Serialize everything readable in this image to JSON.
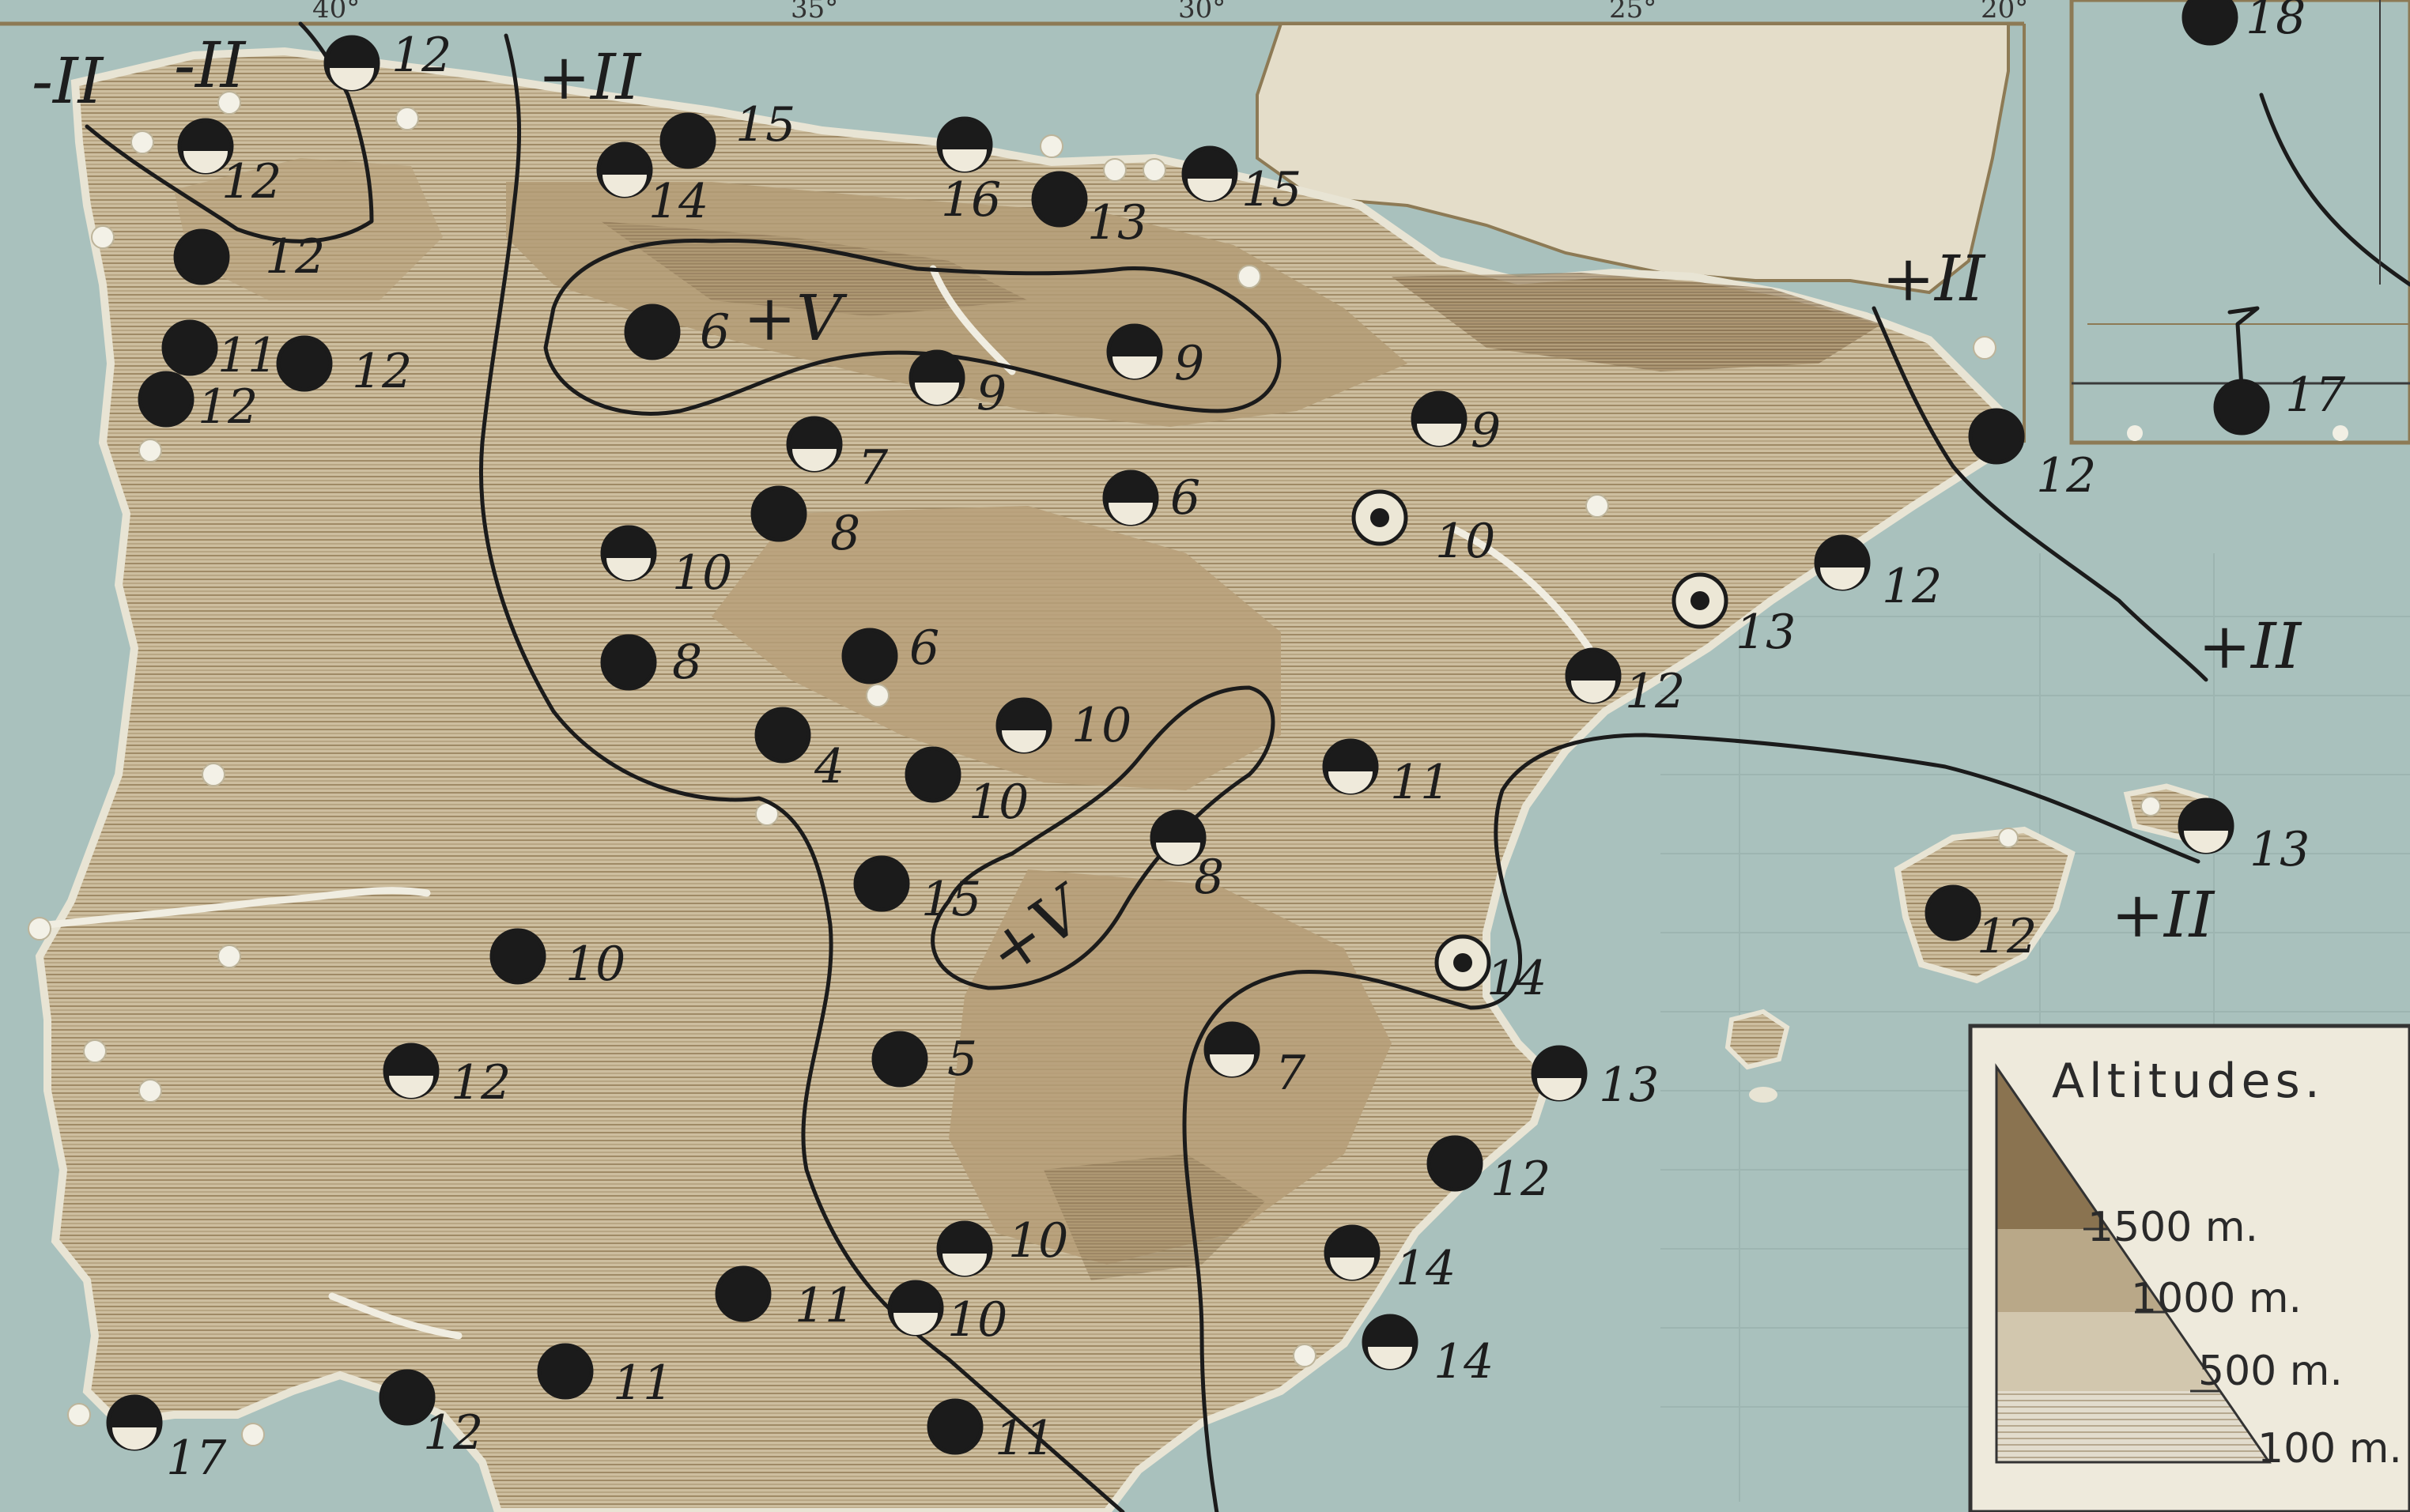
{
  "map": {
    "degree_labels": [
      "40°",
      "35°",
      "30°",
      "25°",
      "20°"
    ],
    "colors": {
      "sea": "#a9c1bd",
      "land_low": "#d8cdb6",
      "land_mid": "#c1ab84",
      "land_high": "#9a7d52",
      "land_top": "#7e6a4c",
      "coast": "#e9e6d8",
      "ink": "#1b1b1b"
    },
    "isoline_labels": [
      "-II",
      "-II",
      "+II",
      "+V",
      "+V",
      "+II",
      "+II",
      "+II"
    ],
    "station_values": [
      "12",
      "12",
      "11",
      "12",
      "12",
      "12",
      "14",
      "15",
      "16",
      "13",
      "15",
      "6",
      "9",
      "9",
      "7",
      "8",
      "10",
      "8",
      "6",
      "4",
      "10",
      "10",
      "6",
      "9",
      "10",
      "12",
      "12",
      "13",
      "12",
      "11",
      "8",
      "15",
      "10",
      "12",
      "5",
      "7",
      "14",
      "13",
      "12",
      "14",
      "14",
      "10",
      "10",
      "11",
      "11",
      "12",
      "17",
      "11",
      "13",
      "12",
      "18",
      "17"
    ]
  },
  "legend": {
    "title": "Altitudes.",
    "levels": [
      "1500 m.",
      "1000 m.",
      "500 m.",
      "100 m."
    ]
  }
}
